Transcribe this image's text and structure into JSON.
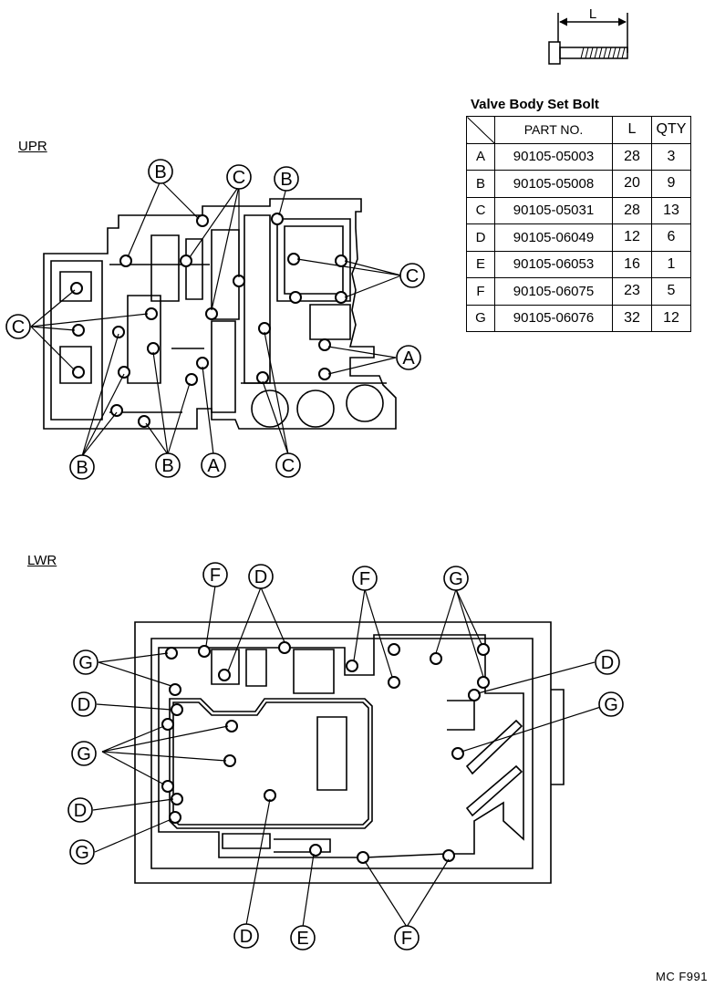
{
  "bolt_icon": {
    "dimension_label": "L"
  },
  "upper": {
    "section_label": "UPR",
    "callouts": [
      "B",
      "C",
      "B",
      "C",
      "C",
      "A",
      "B",
      "B",
      "A",
      "C"
    ]
  },
  "lower": {
    "section_label": "LWR",
    "callouts": [
      "F",
      "D",
      "F",
      "G",
      "G",
      "D",
      "D",
      "G",
      "G",
      "D",
      "G",
      "D",
      "E",
      "F"
    ]
  },
  "table": {
    "title": "Valve Body Set Bolt",
    "headers": {
      "part_no": "PART NO.",
      "length": "L",
      "qty": "QTY"
    },
    "rows": [
      {
        "letter": "A",
        "part_no": "90105-05003",
        "length": "28",
        "qty": "3"
      },
      {
        "letter": "B",
        "part_no": "90105-05008",
        "length": "20",
        "qty": "9"
      },
      {
        "letter": "C",
        "part_no": "90105-05031",
        "length": "28",
        "qty": "13"
      },
      {
        "letter": "D",
        "part_no": "90105-06049",
        "length": "12",
        "qty": "6"
      },
      {
        "letter": "E",
        "part_no": "90105-06053",
        "length": "16",
        "qty": "1"
      },
      {
        "letter": "F",
        "part_no": "90105-06075",
        "length": "23",
        "qty": "5"
      },
      {
        "letter": "G",
        "part_no": "90105-06076",
        "length": "32",
        "qty": "12"
      }
    ]
  },
  "figure_code": "MC F991"
}
